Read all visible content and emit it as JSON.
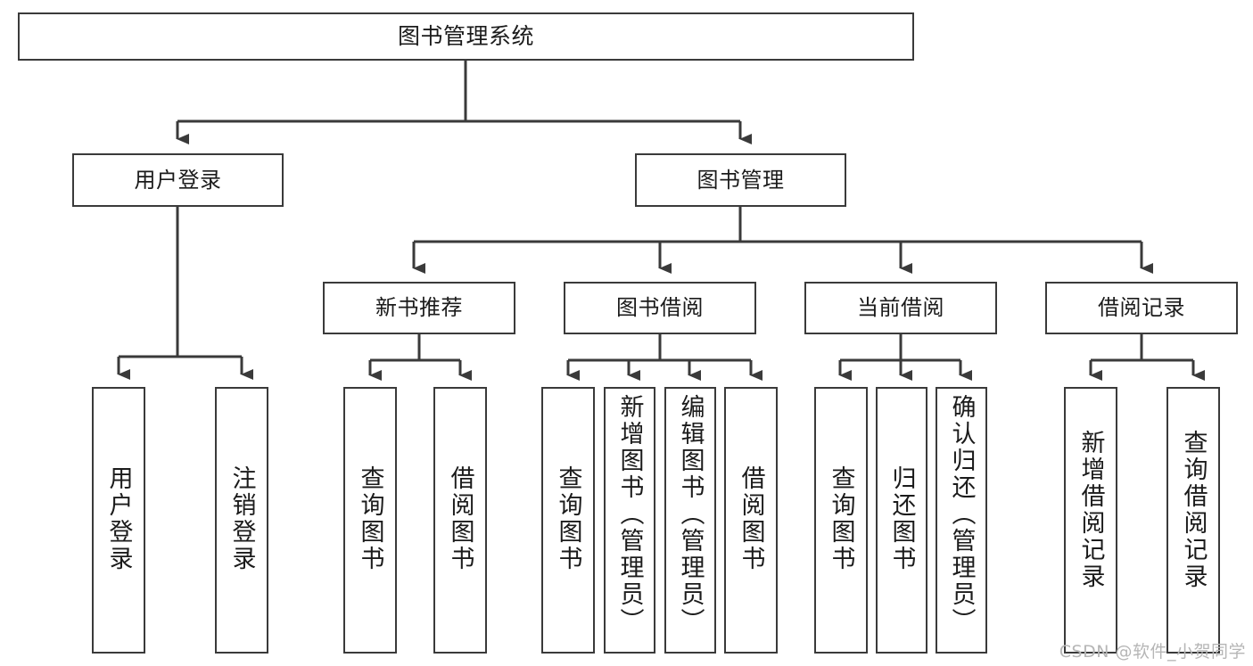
{
  "diagram": {
    "title": "图书管理系统",
    "type": "tree-hierarchy",
    "watermark": "CSDN @软件_小贺同学",
    "colors": {
      "box_border": "#3a3a3a",
      "box_fill": "#ffffff",
      "edge": "#3a3a3a",
      "text": "#1b1b1b",
      "watermark": "#b6b6b6",
      "background": "#ffffff"
    },
    "nodes": {
      "root": {
        "id": "root",
        "label": "图书管理系统",
        "level": 1,
        "orientation": "horizontal"
      },
      "l2": [
        {
          "id": "user-login",
          "label": "用户登录",
          "level": 2,
          "orientation": "horizontal"
        },
        {
          "id": "book-manage",
          "label": "图书管理",
          "level": 2,
          "orientation": "horizontal"
        }
      ],
      "l3": [
        {
          "id": "new-book-recommend",
          "label": "新书推荐",
          "level": 3,
          "orientation": "horizontal",
          "parent": "book-manage"
        },
        {
          "id": "book-borrow",
          "label": "图书借阅",
          "level": 3,
          "orientation": "horizontal",
          "parent": "book-manage"
        },
        {
          "id": "current-borrow",
          "label": "当前借阅",
          "level": 3,
          "orientation": "horizontal",
          "parent": "book-manage"
        },
        {
          "id": "borrow-record",
          "label": "借阅记录",
          "level": 3,
          "orientation": "horizontal",
          "parent": "book-manage"
        }
      ],
      "leaves": [
        {
          "id": "leaf-user-login",
          "label": "用户登录",
          "parent": "user-login",
          "orientation": "vertical"
        },
        {
          "id": "leaf-logout",
          "label": "注销登录",
          "parent": "user-login",
          "orientation": "vertical"
        },
        {
          "id": "leaf-query-book-1",
          "label": "查询图书",
          "parent": "new-book-recommend",
          "orientation": "vertical"
        },
        {
          "id": "leaf-borrow-book-1",
          "label": "借阅图书",
          "parent": "new-book-recommend",
          "orientation": "vertical"
        },
        {
          "id": "leaf-query-book-2",
          "label": "查询图书",
          "parent": "book-borrow",
          "orientation": "vertical"
        },
        {
          "id": "leaf-add-book",
          "label": "新增图书（管理员）",
          "parent": "book-borrow",
          "orientation": "vertical"
        },
        {
          "id": "leaf-edit-book",
          "label": "编辑图书（管理员）",
          "parent": "book-borrow",
          "orientation": "vertical"
        },
        {
          "id": "leaf-borrow-book-2",
          "label": "借阅图书",
          "parent": "book-borrow",
          "orientation": "vertical"
        },
        {
          "id": "leaf-query-book-3",
          "label": "查询图书",
          "parent": "current-borrow",
          "orientation": "vertical"
        },
        {
          "id": "leaf-return-book",
          "label": "归还图书",
          "parent": "current-borrow",
          "orientation": "vertical"
        },
        {
          "id": "leaf-confirm-return",
          "label": "确认归还（管理员）",
          "parent": "current-borrow",
          "orientation": "vertical"
        },
        {
          "id": "leaf-add-record",
          "label": "新增借阅记录",
          "parent": "borrow-record",
          "orientation": "vertical"
        },
        {
          "id": "leaf-query-record",
          "label": "查询借阅记录",
          "parent": "borrow-record",
          "orientation": "vertical"
        }
      ]
    }
  }
}
